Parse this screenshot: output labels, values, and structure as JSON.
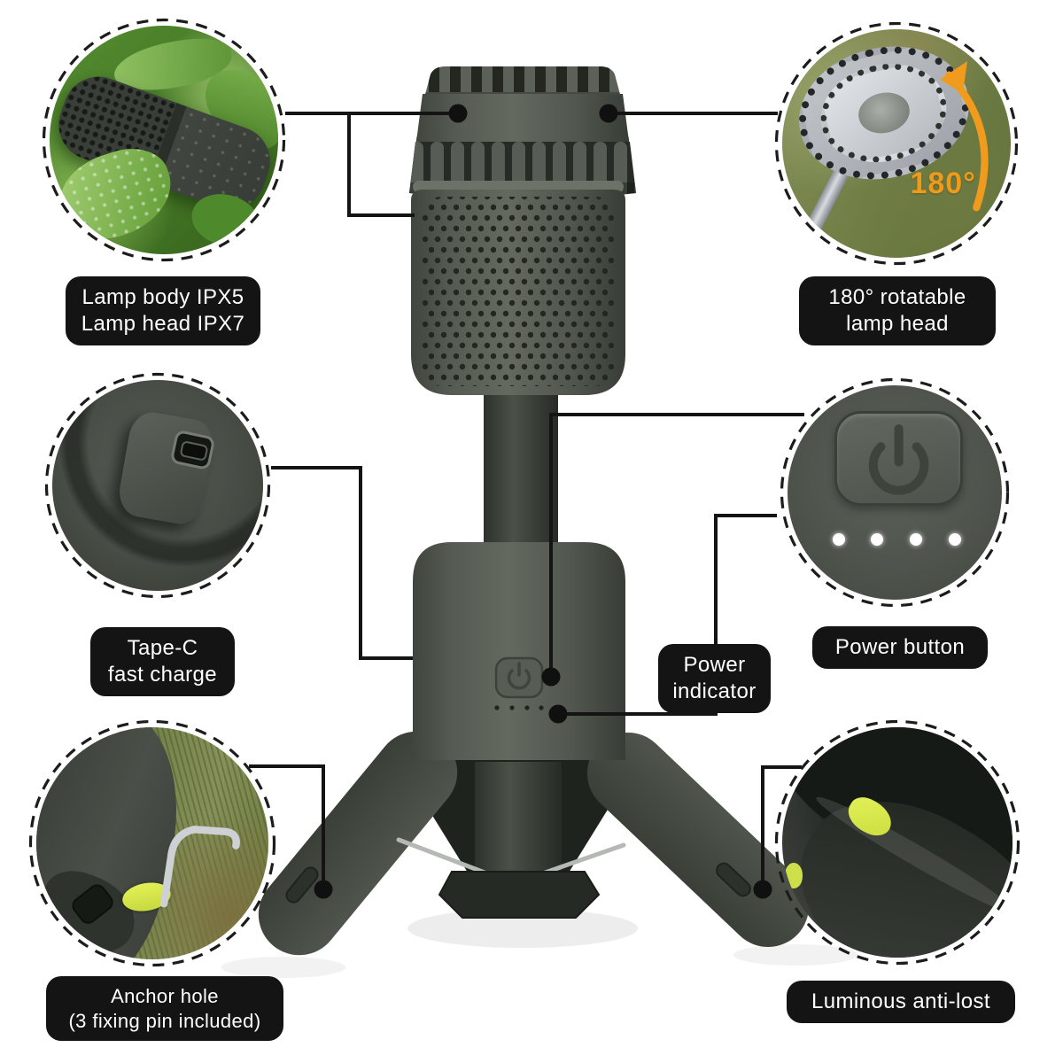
{
  "labels": {
    "lamp_body": {
      "line1": "Lamp body IPX5",
      "line2": "Lamp head IPX7"
    },
    "rotatable_head": {
      "line1": "180° rotatable",
      "line2": "lamp head"
    },
    "fast_charge": {
      "line1": "Tape-C",
      "line2": "fast charge"
    },
    "power_indicator": {
      "line1": "Power",
      "line2": "indicator"
    },
    "power_button": {
      "line1": "Power button"
    },
    "anchor_hole": {
      "line1": "Anchor hole",
      "line2": "(3 fixing pin included)"
    },
    "luminous": {
      "line1": "Luminous anti-lost"
    }
  },
  "annotations": {
    "rotation_badge": "180°"
  },
  "colors": {
    "label_bg": "#141414",
    "label_text": "#ffffff",
    "connector": "#141414",
    "accent_orange": "#ef9a1a",
    "luminous_yellow": "#d7e74d",
    "product_gray": "#545951"
  }
}
